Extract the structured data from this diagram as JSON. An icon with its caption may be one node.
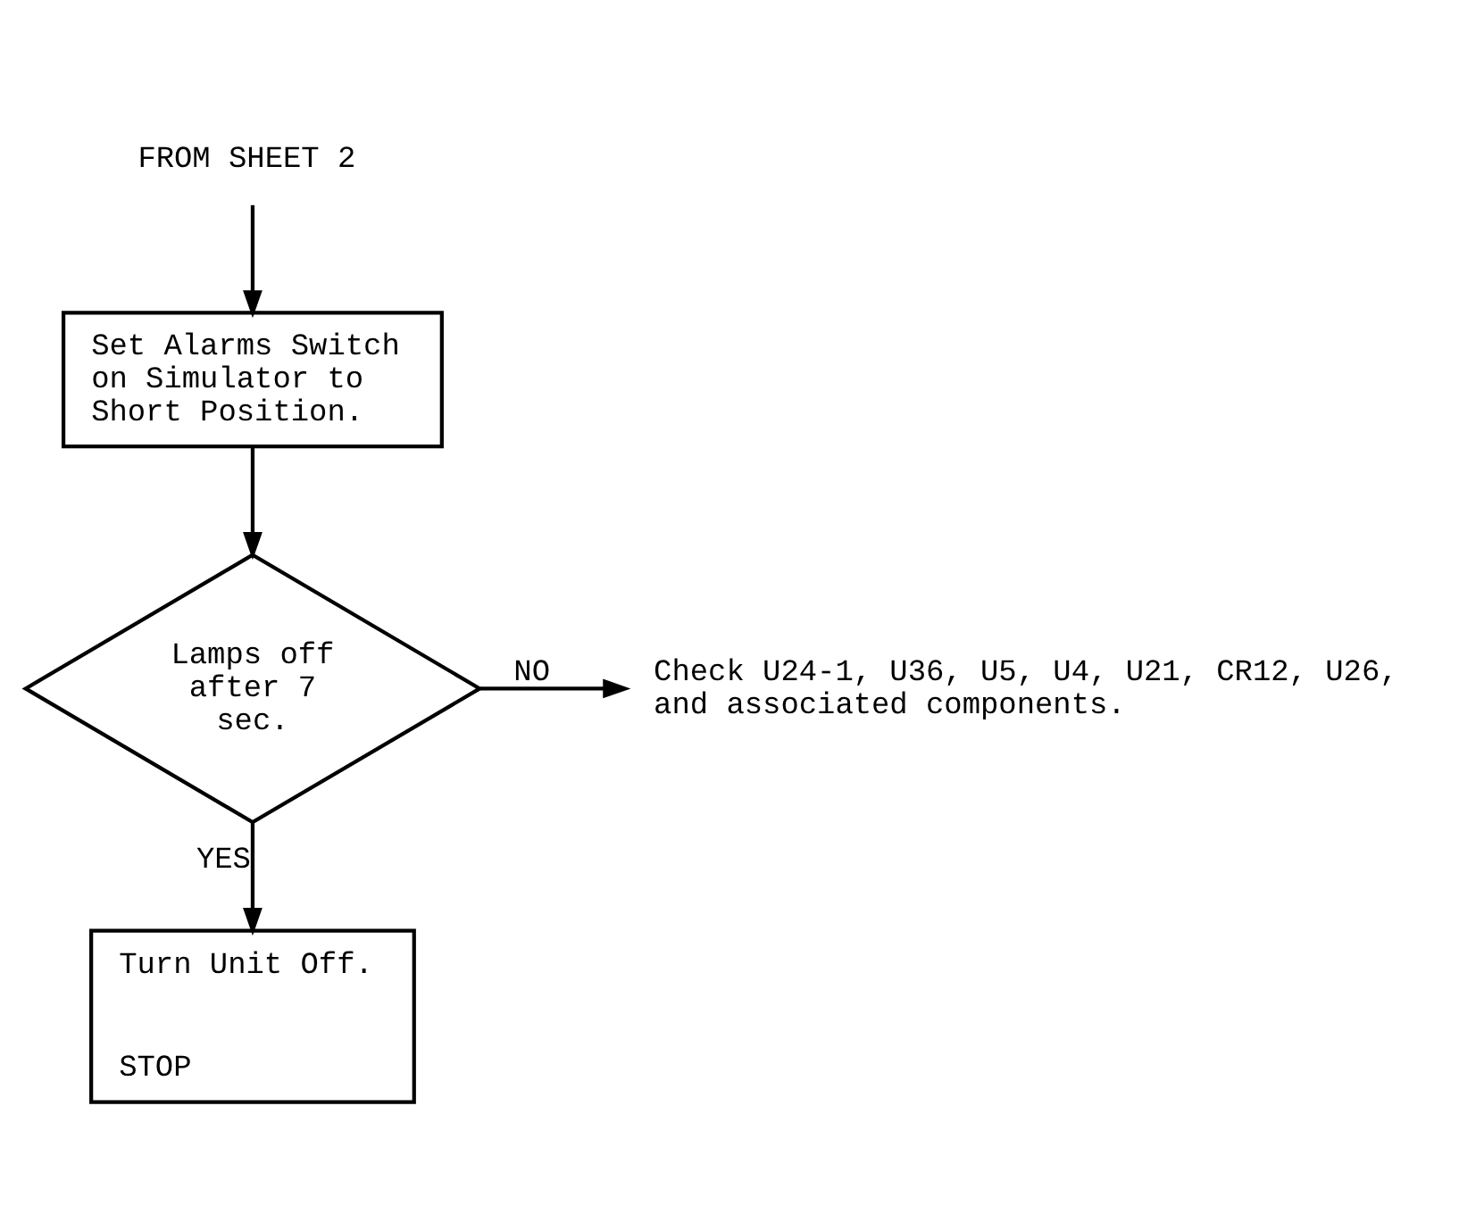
{
  "diagram": {
    "nodes": [
      {
        "text": [
          "FROM SHEET 2"
        ]
      },
      {
        "text": [
          "Set Alarms Switch on Simulator to Short Position."
        ]
      },
      {
        "text": [
          "Lamps off after 7 sec."
        ]
      },
      {
        "text": [
          "Check U24-1, U36, U5, U4, U21, CR12, U26, and associated components."
        ]
      },
      {
        "text": [
          "Turn Unit Off.",
          "STOP"
        ]
      }
    ],
    "edges": [
      {
        "from": 0,
        "to": 1,
        "arrow": "to"
      },
      {
        "from": 1,
        "to": 2,
        "arrow": "to"
      },
      {
        "from": 2,
        "to": 3,
        "arrow": "to",
        "label": "NO"
      },
      {
        "from": 2,
        "to": 4,
        "arrow": "to",
        "label": "YES"
      }
    ]
  }
}
